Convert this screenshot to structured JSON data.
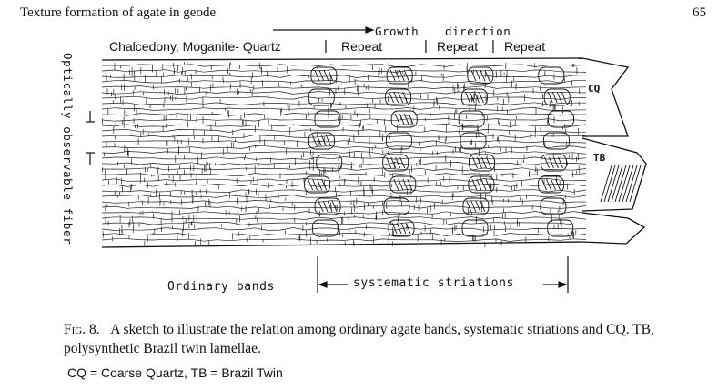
{
  "header": {
    "running_title": "Texture formation of agate in geode",
    "page_number": "65"
  },
  "figure": {
    "vertical_label": "Optically observable fiber",
    "arrow_label_1": "Growth",
    "arrow_label_2": "direction",
    "column_headers": [
      "Chalcedony, Moganite- Quartz",
      "Repeat",
      "Repeat",
      "Repeat"
    ],
    "separator": "|",
    "label_cq": "CQ",
    "label_tb": "TB",
    "label_ordinary_bands": "Ordinary bands",
    "label_systematic_striations": "systematic striations"
  },
  "caption": {
    "figure_label": "Fig. 8.",
    "text": "A sketch to illustrate the relation among ordinary agate bands, systematic striations and CQ. TB, polysynthetic Brazil twin lamellae."
  },
  "footnote": "CQ = Coarse Quartz, TB =  Brazil Twin"
}
